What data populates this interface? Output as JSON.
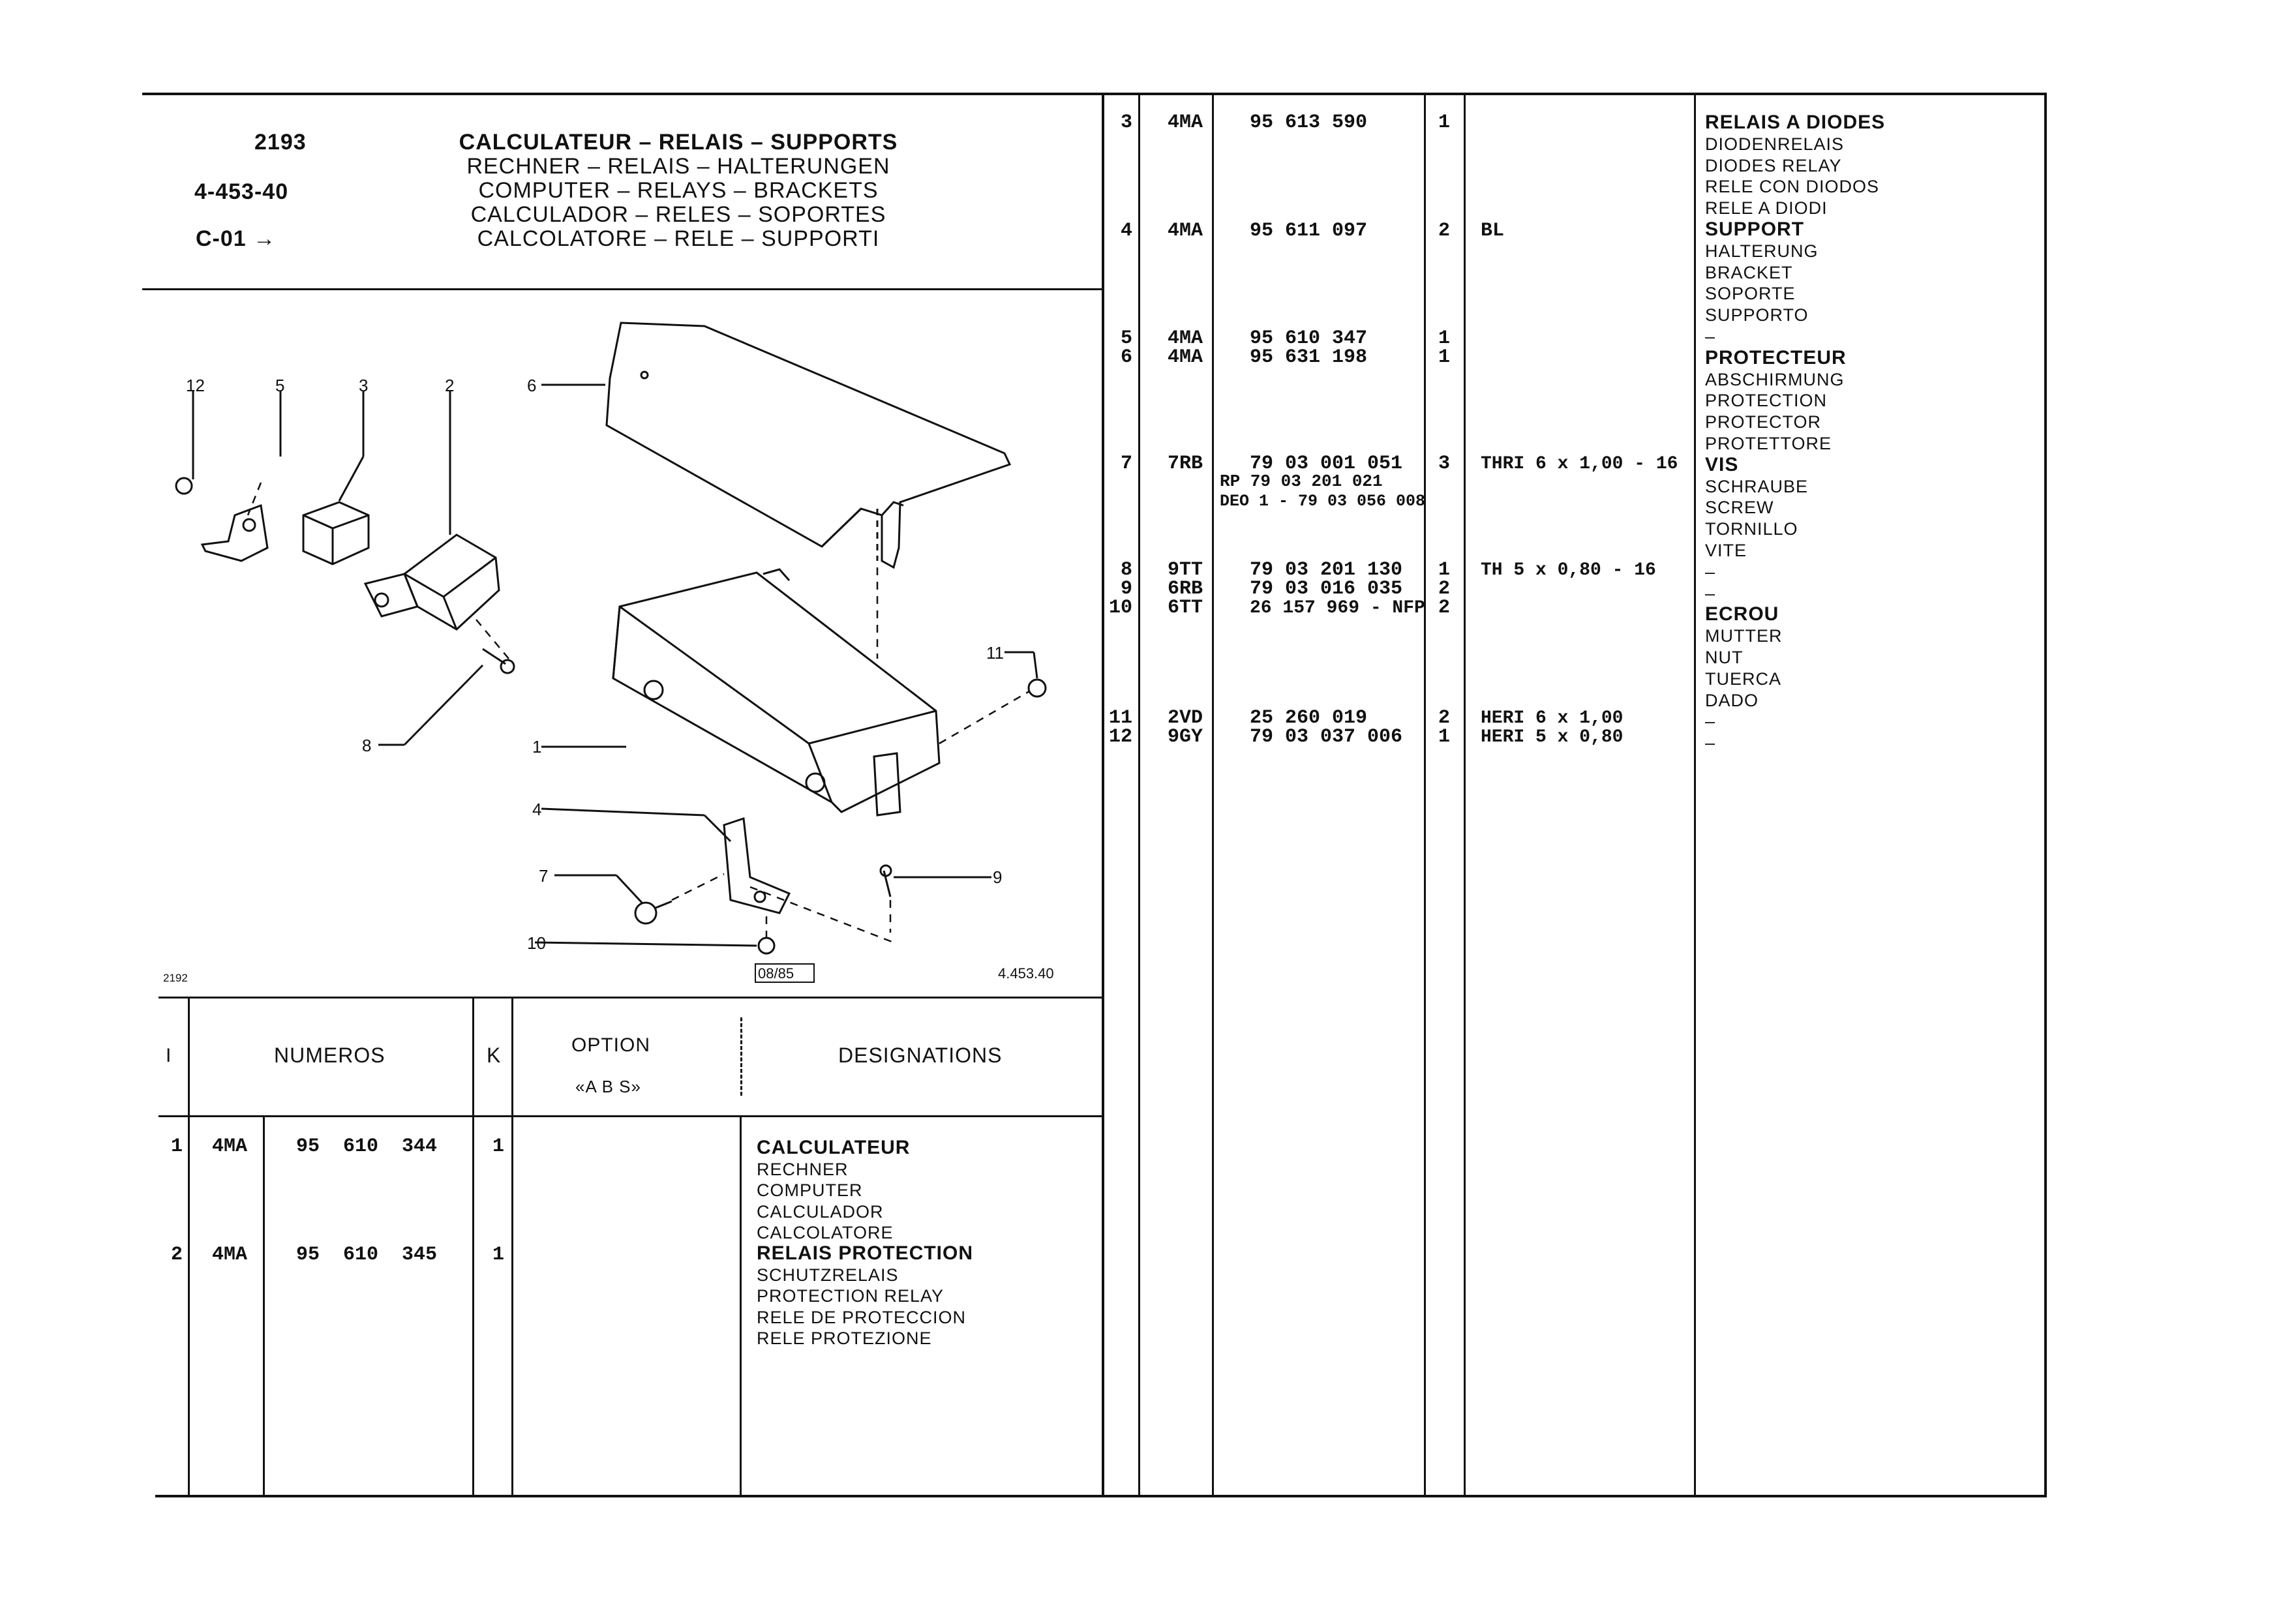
{
  "header": {
    "page_code": "2193",
    "ref_code": "4-453-40",
    "variant": "C-01 →",
    "titles": [
      "CALCULATEUR – RELAIS – SUPPORTS",
      "RECHNER – RELAIS – HALTERUNGEN",
      "COMPUTER – RELAYS – BRACKETS",
      "CALCULADOR – RELES – SOPORTES",
      "CALCOLATORE – RELE – SUPPORTI"
    ]
  },
  "diagram": {
    "labels": [
      "12",
      "5",
      "3",
      "2",
      "6",
      "11",
      "8",
      "1",
      "4",
      "7",
      "9",
      "10"
    ],
    "fig_left": "2192",
    "fig_date": "08/85",
    "fig_ref": "4.453.40"
  },
  "table_headers": {
    "col_i": "I",
    "numeros": "NUMEROS",
    "k": "K",
    "option": "OPTION",
    "option_sub": "«A B S»",
    "designations": "DESIGNATIONS"
  },
  "left_rows": [
    {
      "i": "1",
      "code": "4MA",
      "number": "95  610  344",
      "k": "1",
      "designation_lines": [
        "CALCULATEUR",
        "RECHNER",
        "COMPUTER",
        "CALCULADOR",
        "CALCOLATORE"
      ]
    },
    {
      "i": "2",
      "code": "4MA",
      "number": "95  610  345",
      "k": "1",
      "designation_lines": [
        "RELAIS PROTECTION",
        "SCHUTZRELAIS",
        "PROTECTION RELAY",
        "RELE DE PROTECCION",
        "RELE PROTEZIONE"
      ]
    }
  ],
  "right_rows": [
    {
      "i": "3",
      "code": "4MA",
      "number": "95 613 590",
      "k": "1",
      "option": ""
    },
    {
      "i": "4",
      "code": "4MA",
      "number": "95 611 097",
      "k": "2",
      "option": "BL"
    },
    {
      "i": "5",
      "code": "4MA",
      "number": "95 610 347",
      "k": "1",
      "option": ""
    },
    {
      "i": "6",
      "code": "4MA",
      "number": "95 631 198",
      "k": "1",
      "option": ""
    },
    {
      "i": "7",
      "code": "7RB",
      "number": "79 03 001 051",
      "k": "3",
      "option": "THRI 6 x 1,00 - 16"
    },
    {
      "i": "",
      "code": "",
      "number": "RP 79 03 201 021",
      "k": "",
      "option": ""
    },
    {
      "i": "",
      "code": "",
      "number": "DEO 1 - 79 03 056 008",
      "k": "",
      "option": ""
    },
    {
      "i": "8",
      "code": "9TT",
      "number": "79 03 201 130",
      "k": "1",
      "option": "TH 5 x 0,80 - 16"
    },
    {
      "i": "9",
      "code": "6RB",
      "number": "79 03 016 035",
      "k": "2",
      "option": ""
    },
    {
      "i": "10",
      "code": "6TT",
      "number": "26 157 969 - NFP",
      "k": "2",
      "option": ""
    },
    {
      "i": "11",
      "code": "2VD",
      "number": "25 260 019",
      "k": "2",
      "option": "HERI 6 x 1,00"
    },
    {
      "i": "12",
      "code": "9GY",
      "number": "79 03 037 006",
      "k": "1",
      "option": "HERI 5 x 0,80"
    }
  ],
  "right_designations": [
    {
      "text": "RELAIS A DIODES",
      "bold": true
    },
    {
      "text": "DIODENRELAIS",
      "bold": false
    },
    {
      "text": "DIODES RELAY",
      "bold": false
    },
    {
      "text": "RELE CON DIODOS",
      "bold": false
    },
    {
      "text": "RELE A DIODI",
      "bold": false
    },
    {
      "text": "SUPPORT",
      "bold": true
    },
    {
      "text": "HALTERUNG",
      "bold": false
    },
    {
      "text": "BRACKET",
      "bold": false
    },
    {
      "text": "SOPORTE",
      "bold": false
    },
    {
      "text": "SUPPORTO",
      "bold": false
    },
    {
      "text": "–",
      "bold": false
    },
    {
      "text": "PROTECTEUR",
      "bold": true
    },
    {
      "text": "ABSCHIRMUNG",
      "bold": false
    },
    {
      "text": "PROTECTION",
      "bold": false
    },
    {
      "text": "PROTECTOR",
      "bold": false
    },
    {
      "text": "PROTETTORE",
      "bold": false
    },
    {
      "text": "VIS",
      "bold": true
    },
    {
      "text": "SCHRAUBE",
      "bold": false
    },
    {
      "text": "SCREW",
      "bold": false
    },
    {
      "text": "TORNILLO",
      "bold": false
    },
    {
      "text": "VITE",
      "bold": false
    },
    {
      "text": "–",
      "bold": false
    },
    {
      "text": "–",
      "bold": false
    },
    {
      "text": "ECROU",
      "bold": true
    },
    {
      "text": "MUTTER",
      "bold": false
    },
    {
      "text": "NUT",
      "bold": false
    },
    {
      "text": "TUERCA",
      "bold": false
    },
    {
      "text": "DADO",
      "bold": false
    },
    {
      "text": "–",
      "bold": false
    },
    {
      "text": "–",
      "bold": false
    }
  ]
}
